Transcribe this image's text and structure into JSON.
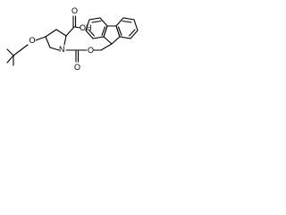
{
  "molecule": {
    "atoms": {
      "ether_oxygen": "O",
      "ring_nitrogen": "N",
      "acid_group": "OH",
      "acid_carbonyl_oxygen": "O",
      "carbamate_carbonyl_oxygen": "O",
      "carbamate_ester_oxygen": "O"
    }
  }
}
